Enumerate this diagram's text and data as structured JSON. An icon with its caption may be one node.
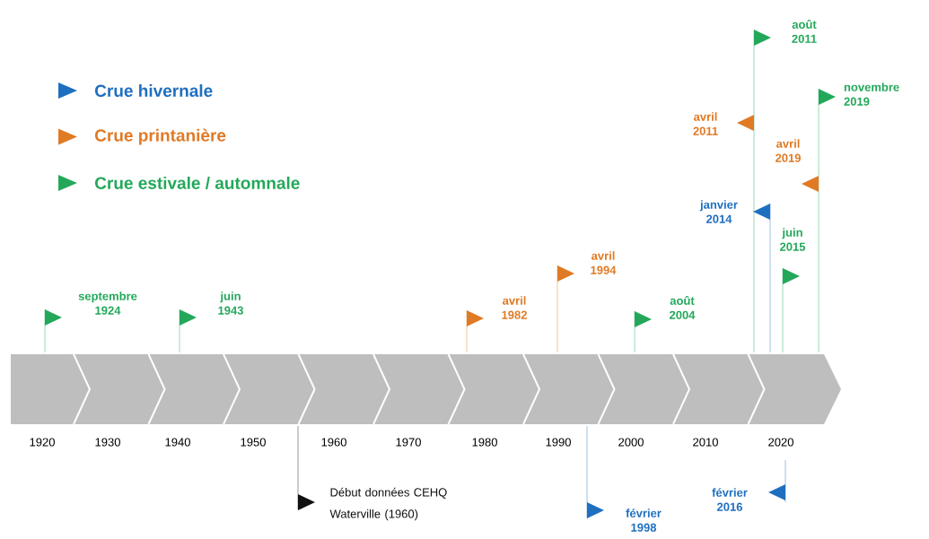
{
  "diagram": {
    "nodes": [
      {
        "text": [
          "septembre 1924"
        ]
      },
      {
        "text": [
          "juin 1943"
        ]
      },
      {
        "text": [
          "avril 1982"
        ]
      },
      {
        "text": [
          "avril 1994"
        ]
      },
      {
        "text": [
          "août 2004"
        ]
      },
      {
        "text": [
          "août 2011"
        ]
      },
      {
        "text": [
          "novembre 2019"
        ]
      },
      {
        "text": [
          "avril 2011"
        ]
      },
      {
        "text": [
          "avril 2019"
        ]
      },
      {
        "text": [
          "janvier 2014"
        ]
      },
      {
        "text": [
          "juin 2015"
        ]
      },
      {
        "text": [
          "Début données CEHQ Waterville (1960)"
        ]
      },
      {
        "text": [
          "février 1998"
        ]
      },
      {
        "text": [
          "février 2016"
        ]
      }
    ],
    "labels": [
      "1920",
      "1930",
      "1940",
      "1950",
      "1960",
      "1970",
      "1980",
      "1990",
      "2000",
      "2010",
      "2020"
    ],
    "legend": [
      {
        "text": "Crue hivernale",
        "color": "#1f6fc0"
      },
      {
        "text": "Crue printanière",
        "color": "#e07a25"
      },
      {
        "text": "Crue estivale / automnale",
        "color": "#23a85a"
      }
    ]
  }
}
